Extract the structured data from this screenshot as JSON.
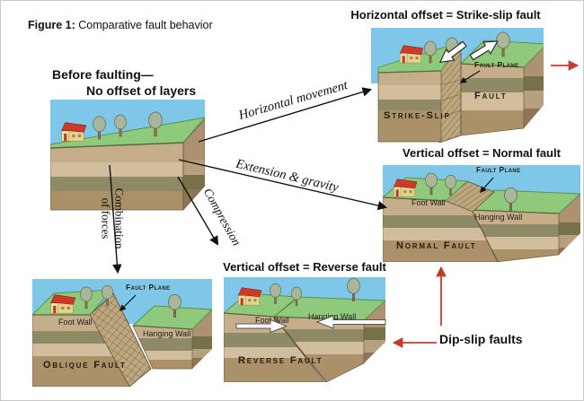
{
  "figure": {
    "caption_bold": "Figure 1:",
    "caption_text": " Comparative fault behavior"
  },
  "before": {
    "line1": "Before faulting—",
    "line2": "No offset of layers"
  },
  "process_arrows": {
    "horizontal": "Horizontal movement",
    "extension": "Extension & gravity",
    "compression": "Compression",
    "combination_line1": "Combination",
    "combination_line2": "of forces"
  },
  "panels": {
    "strike_slip": {
      "title": "Horizontal offset = Strike-slip fault",
      "fault_plane_label": "Fault Plane",
      "fault_label": "Fault",
      "name_label": "Strike-Slip"
    },
    "normal": {
      "title": "Vertical offset = Normal fault",
      "fault_plane_label": "Fault Plane",
      "foot_wall_label": "Foot Wall",
      "hanging_wall_label": "Hanging Wall",
      "name_label": "Normal Fault"
    },
    "reverse": {
      "title": "Vertical offset = Reverse fault",
      "foot_wall_label": "Foot Wall",
      "hanging_wall_label": "Hanging Wall",
      "name_label": "Reverse Fault"
    },
    "oblique": {
      "fault_plane_label": "Fault Plane",
      "foot_wall_label": "Foot Wall",
      "hanging_wall_label": "Hanging Wall",
      "name_label": "Oblique Fault"
    }
  },
  "annotations": {
    "dip_slip": "Dip-slip faults"
  },
  "palette": {
    "sky": "#7ec7e8",
    "grass": "#8fc97c",
    "layer_tan": "#c7ae8a",
    "layer_light_tan": "#d2bd9c",
    "layer_olive": "#8e8a66",
    "layer_dark_tan": "#ab9169",
    "fault_band": "#bca77f",
    "red_arrow": "#c23b2e",
    "black": "#111111",
    "house_roof": "#cf3a28",
    "house_wall": "#f1e2a4",
    "tree_foliage": "#a9b69a"
  }
}
